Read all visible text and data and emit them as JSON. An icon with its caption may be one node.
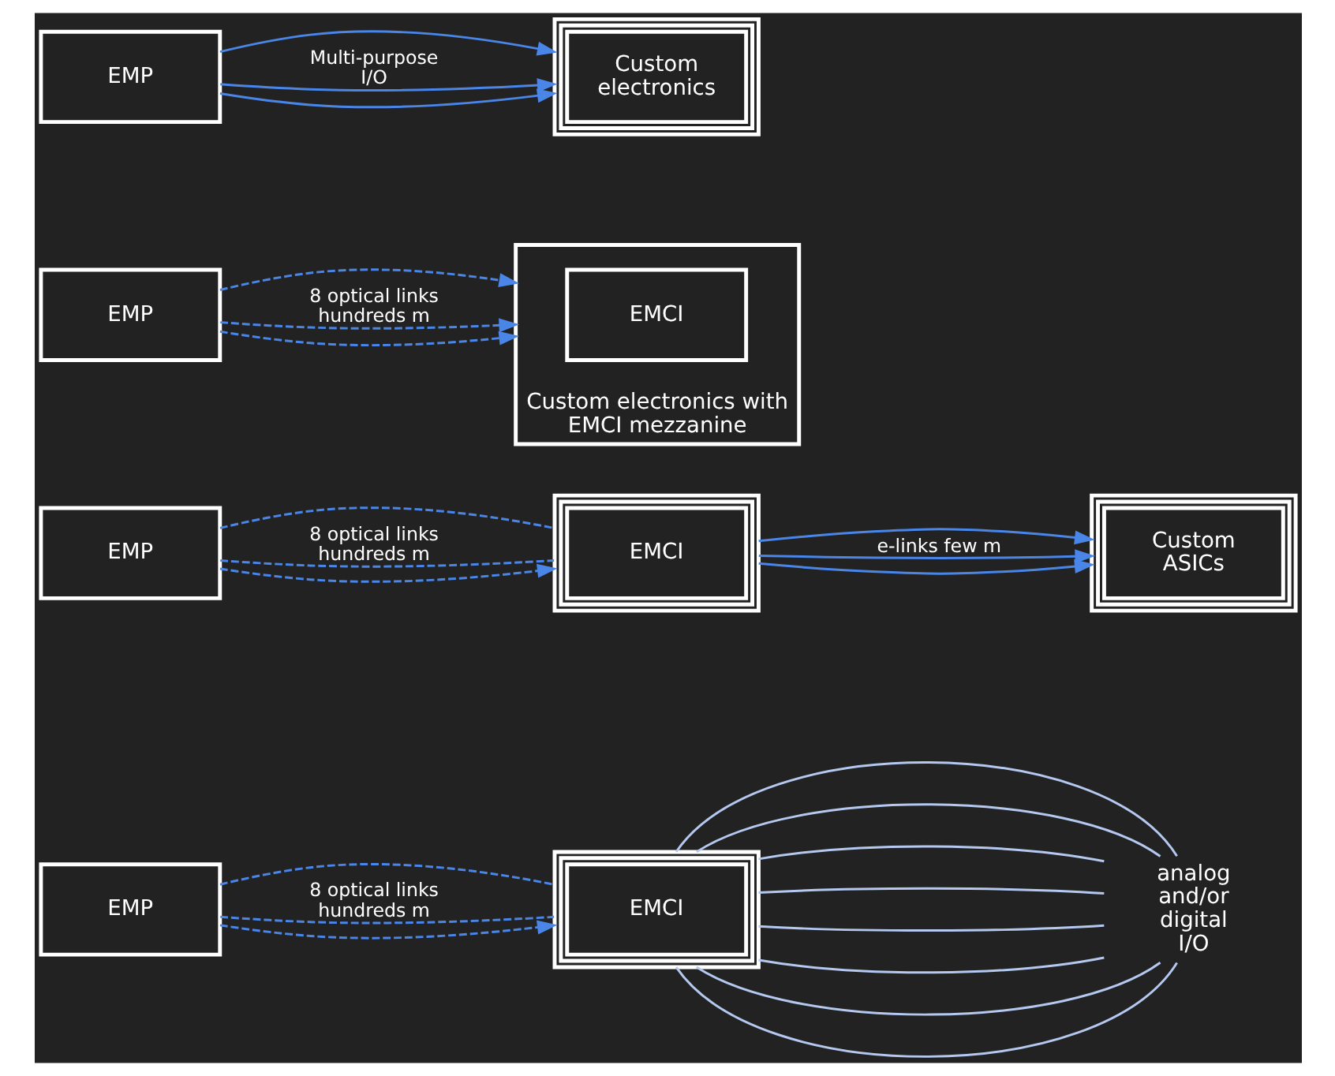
{
  "diagram": {
    "nodes": [
      {
        "text": [
          "EMP"
        ]
      },
      {
        "text": [
          "EMCI"
        ]
      },
      {
        "text": [
          "analog and/or digital I/O"
        ]
      },
      {
        "text": [
          "EMP"
        ]
      },
      {
        "text": [
          "EMCI"
        ]
      },
      {
        "text": [
          "Custom ASICs"
        ]
      },
      {
        "text": [
          "EMP"
        ]
      },
      {
        "text": [
          "Custom electronics with EMCI mezzanine"
        ]
      },
      {
        "text": [
          "EMCI"
        ],
        "in": 7
      },
      {
        "text": [
          "EMP"
        ]
      },
      {
        "text": [
          "Custom electronics"
        ]
      }
    ],
    "edges": [
      {
        "from": 0,
        "to": 1,
        "arrow": "none",
        "style": "dashed"
      },
      {
        "from": 0,
        "to": 1,
        "arrow": "none",
        "style": "dashed",
        "label": "8 optical links hundreds m"
      },
      {
        "from": 0,
        "to": 1,
        "arrow": "to",
        "style": "dashed"
      },
      {
        "from": 1,
        "to": 2,
        "arrow": "none",
        "color": "#b4c8f0"
      },
      {
        "from": 1,
        "to": 2,
        "arrow": "none",
        "color": "#b4c8f0"
      },
      {
        "from": 1,
        "to": 2,
        "arrow": "none",
        "color": "#b4c8f0"
      },
      {
        "from": 1,
        "to": 2,
        "arrow": "none",
        "color": "#b4c8f0"
      },
      {
        "from": 1,
        "to": 2,
        "arrow": "none",
        "color": "#b4c8f0"
      },
      {
        "from": 1,
        "to": 2,
        "arrow": "none",
        "color": "#b4c8f0"
      },
      {
        "from": 1,
        "to": 2,
        "arrow": "none",
        "color": "#b4c8f0"
      },
      {
        "from": 1,
        "to": 2,
        "arrow": "none",
        "color": "#b4c8f0"
      },
      {
        "from": 3,
        "to": 4,
        "arrow": "none",
        "style": "dashed"
      },
      {
        "from": 3,
        "to": 4,
        "arrow": "none",
        "style": "dashed",
        "label": "8 optical links hundreds m"
      },
      {
        "from": 3,
        "to": 4,
        "arrow": "to",
        "style": "dashed"
      },
      {
        "from": 4,
        "to": 5,
        "arrow": "to"
      },
      {
        "from": 4,
        "to": 5,
        "arrow": "to",
        "label": "e-links few m"
      },
      {
        "from": 4,
        "to": 5,
        "arrow": "to"
      },
      {
        "from": 6,
        "to": 7,
        "arrow": "to",
        "style": "dashed"
      },
      {
        "from": 6,
        "to": 7,
        "arrow": "to",
        "style": "dashed",
        "label": "8 optical links hundreds m"
      },
      {
        "from": 6,
        "to": 7,
        "arrow": "to",
        "style": "dashed"
      },
      {
        "from": 9,
        "to": 10,
        "arrow": "to"
      },
      {
        "from": 9,
        "to": 10,
        "arrow": "to",
        "label": "Multi-purpose I/O"
      },
      {
        "from": 9,
        "to": 10,
        "arrow": "to"
      }
    ]
  }
}
